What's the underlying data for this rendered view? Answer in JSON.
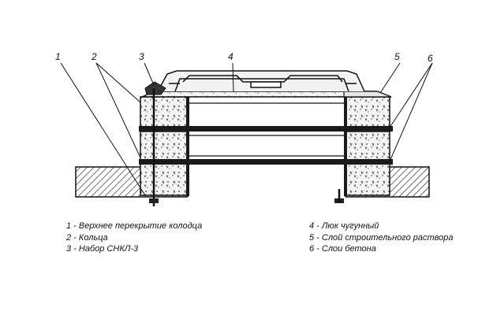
{
  "callouts": [
    "1",
    "2",
    "3",
    "4",
    "5",
    "6"
  ],
  "legend_left": [
    "1 - Верхнее перекрытие колодца",
    "2 - Кольца",
    "3 - Набор СНКЛ-3"
  ],
  "legend_right": [
    "4 - Люк чугунный",
    "5 - Слой строительного раствора",
    "6 - Слои бетона"
  ],
  "icons": [
    "cross-section-hatch",
    "bolt",
    "manhole-cover"
  ]
}
